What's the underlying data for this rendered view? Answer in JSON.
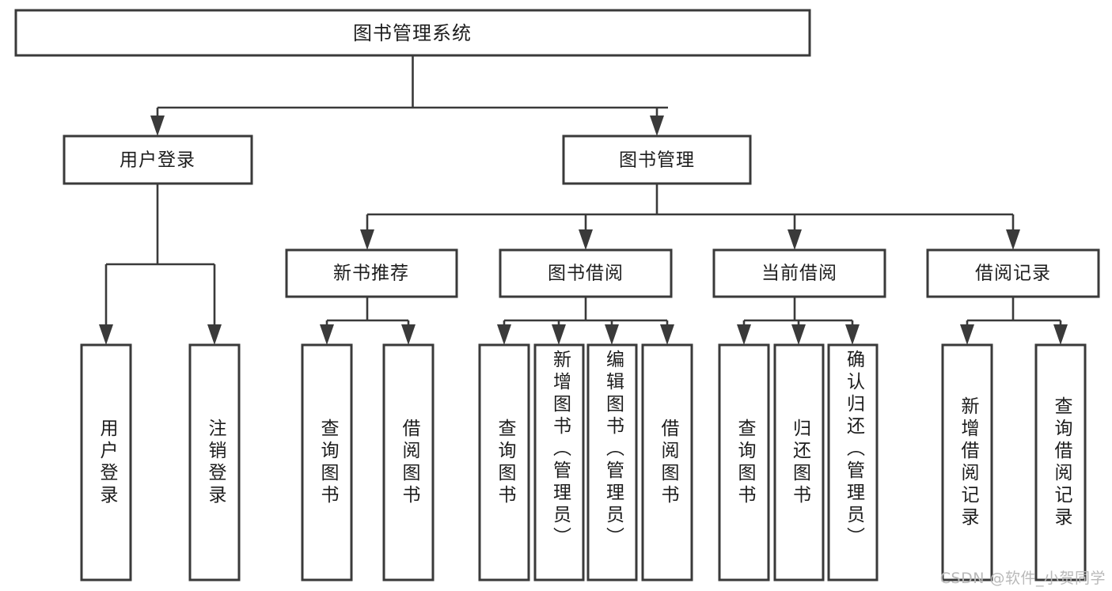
{
  "diagram": {
    "title": "图书管理系统",
    "type": "tree-hierarchy-chart",
    "orientation": "top-down",
    "colors": {
      "box_stroke": "#3a3a3a",
      "box_fill": "#ffffff",
      "connector": "#3a3a3a",
      "text": "#1d1d1d",
      "background": "#ffffff",
      "watermark": "#b9b9b9"
    },
    "root": {
      "label": "图书管理系统"
    },
    "level2": [
      {
        "label": "用户登录"
      },
      {
        "label": "图书管理"
      }
    ],
    "level3": [
      {
        "label": "新书推荐"
      },
      {
        "label": "图书借阅"
      },
      {
        "label": "当前借阅"
      },
      {
        "label": "借阅记录"
      }
    ],
    "leaves": {
      "user_login": [
        {
          "label": "用户登录"
        },
        {
          "label": "注销登录"
        }
      ],
      "new_book_recommend": [
        {
          "label": "查询图书"
        },
        {
          "label": "借阅图书"
        }
      ],
      "book_borrow": [
        {
          "label": "查询图书"
        },
        {
          "label": "新增图书（管理员）"
        },
        {
          "label": "编辑图书（管理员）"
        },
        {
          "label": "借阅图书"
        }
      ],
      "current_borrow": [
        {
          "label": "查询图书"
        },
        {
          "label": "归还图书"
        },
        {
          "label": "确认归还（管理员）"
        }
      ],
      "borrow_record": [
        {
          "label": "新增借阅记录"
        },
        {
          "label": "查询借阅记录"
        }
      ]
    }
  },
  "watermark": {
    "text": "CSDN @软件_小贺同学"
  }
}
